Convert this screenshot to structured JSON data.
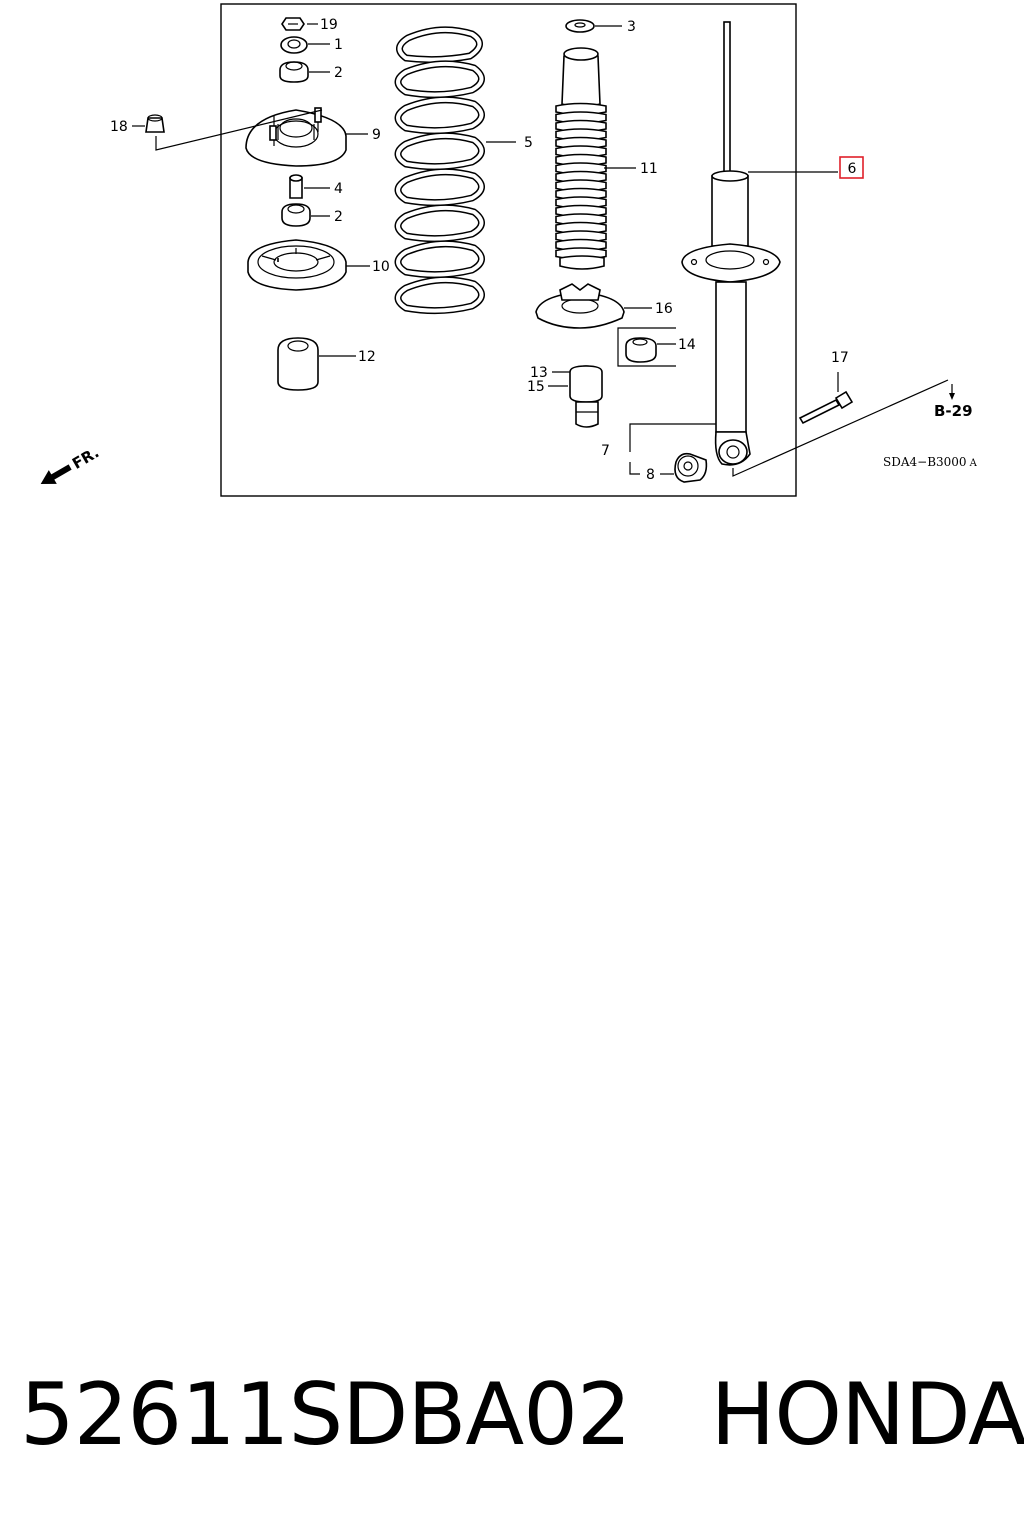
{
  "diagram": {
    "callouts": {
      "c1": "1",
      "c2a": "2",
      "c2b": "2",
      "c3": "3",
      "c4": "4",
      "c5": "5",
      "c6": "6",
      "c7": "7",
      "c8": "8",
      "c9": "9",
      "c10": "10",
      "c11": "11",
      "c12": "12",
      "c13": "13",
      "c14": "14",
      "c15": "15",
      "c16": "16",
      "c17": "17",
      "c18": "18",
      "c19": "19"
    },
    "highlighted_callout": "6",
    "highlight_color": "#e0202a",
    "front_label": "FR.",
    "reference_label": "B-29",
    "diagram_code": "SDA4−B3000",
    "diagram_code_suffix": "A"
  },
  "caption": {
    "part_number": "52611SDBA02",
    "brand": "HONDA"
  }
}
